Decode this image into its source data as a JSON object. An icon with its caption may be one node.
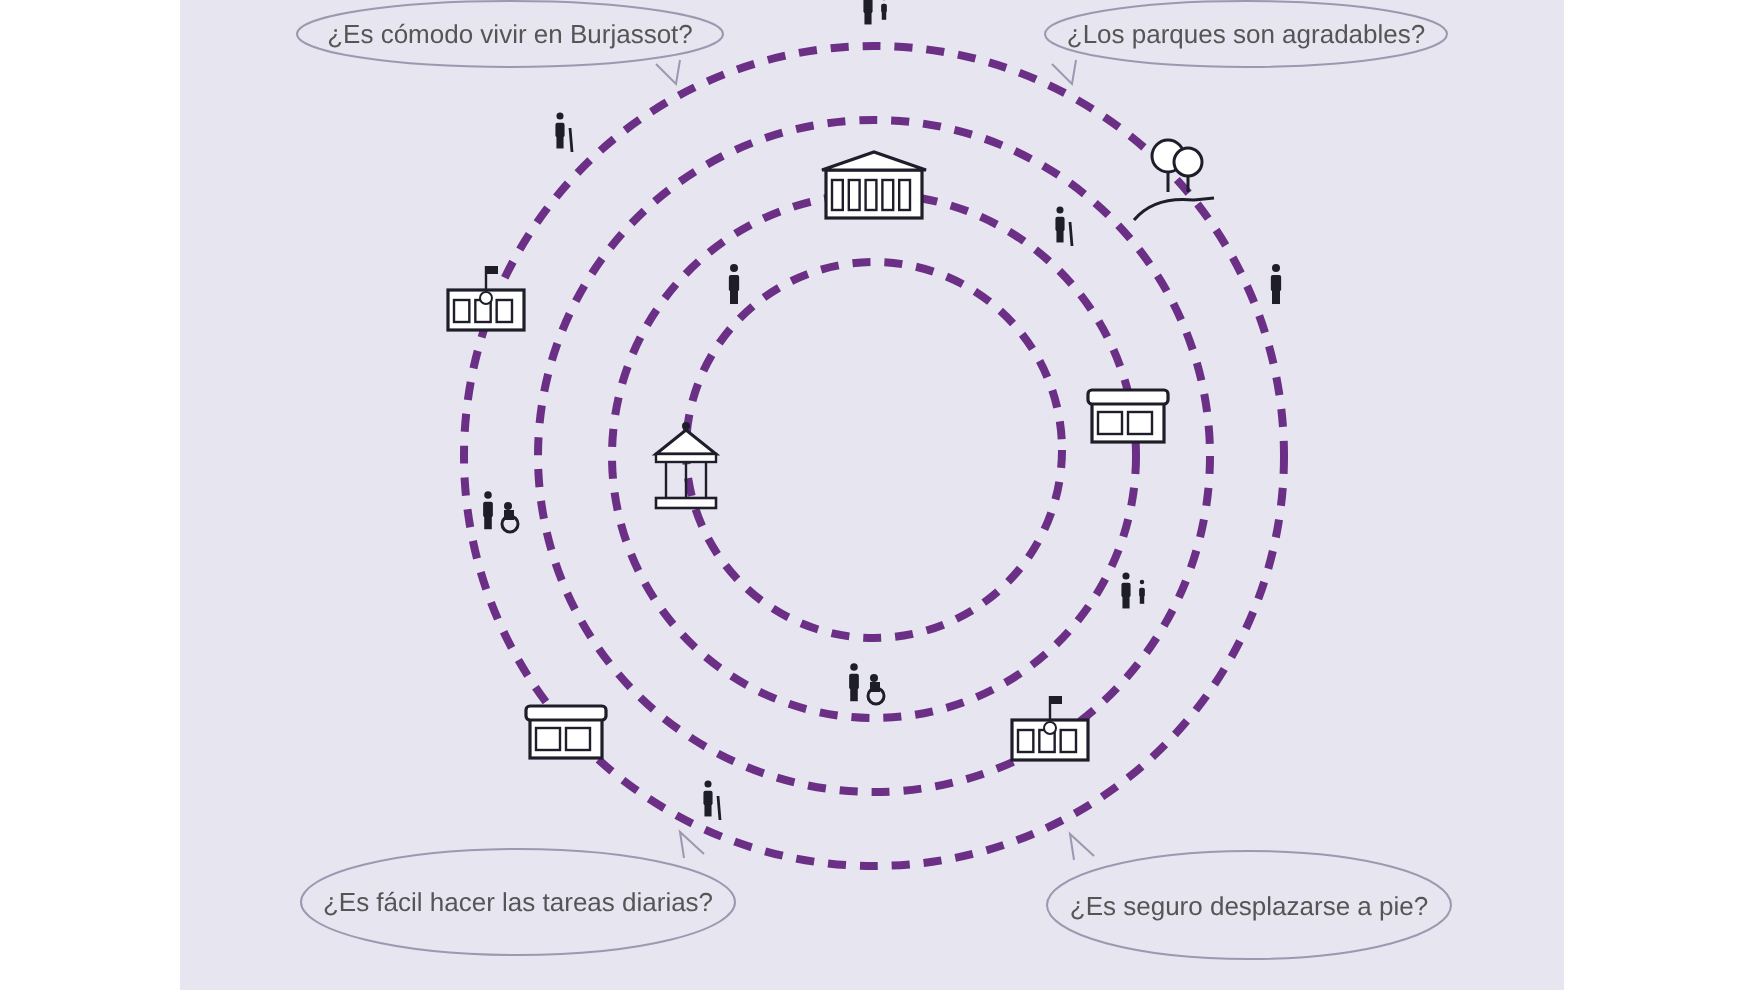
{
  "diagram": {
    "nodes": [
      {
        "text": [
          "¿Es cómodo vivir en Burjassot?"
        ]
      },
      {
        "text": [
          "¿Los parques son agradables?"
        ]
      },
      {
        "text": [
          "¿Es fácil hacer las tareas diarias?"
        ]
      },
      {
        "text": [
          "¿Es seguro desplazarse a pie?"
        ]
      }
    ]
  }
}
